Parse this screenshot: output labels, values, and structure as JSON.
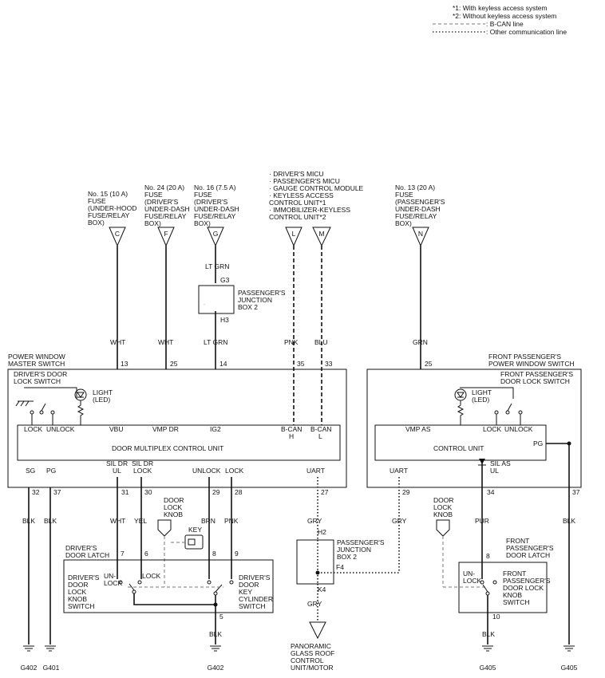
{
  "legend": {
    "note1": "*1: With keyless access system",
    "note2": "*2: Without keyless access system",
    "bcan": ": B-CAN line",
    "other": ": Other communication line"
  },
  "sources": {
    "c": {
      "l1": "No. 15 (10 A)",
      "l2": "FUSE",
      "l3": "(UNDER-HOOD",
      "l4": "FUSE/RELAY",
      "l5": "BOX)",
      "pin": "C"
    },
    "f": {
      "l1": "No. 24 (20 A)",
      "l2": "FUSE",
      "l3": "(DRIVER'S",
      "l4": "UNDER-DASH",
      "l5": "FUSE/RELAY",
      "l6": "BOX)",
      "pin": "F"
    },
    "g": {
      "l1": "No. 16 (7.5 A)",
      "l2": "FUSE",
      "l3": "(DRIVER'S",
      "l4": "UNDER-DASH",
      "l5": "FUSE/RELAY",
      "l6": "BOX)",
      "pin": "G"
    },
    "lm": {
      "l1": "· DRIVER'S MICU",
      "l2": "· PASSENGER'S MICU",
      "l3": "· GAUGE CONTROL MODULE",
      "l4": "· KEYLESS ACCESS",
      "l5": "  CONTROL UNIT*1",
      "l6": "· IMMOBILIZER-KEYLESS",
      "l7": "  CONTROL UNIT*2",
      "pinL": "L",
      "pinM": "M"
    },
    "n": {
      "l1": "No. 13 (20 A)",
      "l2": "FUSE",
      "l3": "(PASSENGER'S",
      "l4": "UNDER-DASH",
      "l5": "FUSE/RELAY",
      "l6": "BOX)",
      "pin": "N"
    }
  },
  "pjb_top": {
    "wire_in": "LT GRN",
    "pin_in": "G3",
    "l1": "PASSENGER'S",
    "l2": "JUNCTION",
    "l3": "BOX 2",
    "pin_out": "H3"
  },
  "wires_top": {
    "c": "WHT",
    "f": "WHT",
    "g": "LT GRN",
    "l": "PNK",
    "m": "BLU",
    "n": "GRN"
  },
  "pins_top": {
    "c": "13",
    "f": "25",
    "g": "14",
    "l": "35",
    "m": "33",
    "n": "25"
  },
  "master": {
    "title1": "POWER WINDOW",
    "title2": "MASTER SWITCH",
    "dls1": "DRIVER'S DOOR",
    "dls2": "LOCK SWITCH",
    "light1": "LIGHT",
    "light2": "(LED)",
    "lock": "LOCK",
    "unlock": "UNLOCK",
    "vbu": "VBU",
    "vmpdr": "VMP DR",
    "ig2": "IG2",
    "bcanh1": "B-CAN",
    "bcanh2": "H",
    "bcanl1": "B-CAN",
    "bcanl2": "L",
    "unit": "DOOR MULTIPLEX CONTROL UNIT",
    "sg": "SG",
    "pg": "PG",
    "sildrul1": "SIL DR",
    "sildrul2": "UL",
    "sildrlk1": "SIL DR",
    "sildrlk2": "LOCK",
    "unlock2": "UNLOCK",
    "lock2": "LOCK",
    "uart": "UART"
  },
  "pins_bot": {
    "sg": "32",
    "pg": "37",
    "ul": "31",
    "lk": "30",
    "unl": "29",
    "lck": "28",
    "uart": "27",
    "puart": "29",
    "psil": "34",
    "ppg": "37"
  },
  "wires_bot": {
    "sg": "BLK",
    "pg": "BLK",
    "ul": "WHT",
    "lk": "YEL",
    "unl": "BRN",
    "lck": "PNK",
    "uart": "GRY",
    "puart": "GRY",
    "psil": "PUR",
    "ppg": "BLK"
  },
  "knob": {
    "l1": "DOOR",
    "l2": "LOCK",
    "l3": "KNOB",
    "key": "KEY"
  },
  "latch": {
    "title1": "DRIVER'S",
    "title2": "DOOR LATCH",
    "p7": "7",
    "p6": "6",
    "p8": "8",
    "p9": "9",
    "p5": "5",
    "ks1": "DRIVER'S",
    "ks2": "DOOR",
    "ks3": "LOCK",
    "ks4": "KNOB",
    "ks5": "SWITCH",
    "un1": "UN-",
    "un2": "LOCK",
    "lock": "LOCK",
    "cs1": "DRIVER'S",
    "cs2": "DOOR",
    "cs3": "KEY",
    "cs4": "CYLINDER",
    "cs5": "SWITCH",
    "wire": "BLK"
  },
  "pjb_bot": {
    "pin_in": "H2",
    "l1": "PASSENGER'S",
    "l2": "JUNCTION",
    "l3": "BOX 2",
    "pin_f4": "F4",
    "pin_out": "K4",
    "wire_out": "GRY",
    "d1": "PANORAMIC",
    "d2": "GLASS ROOF",
    "d3": "CONTROL",
    "d4": "UNIT/MOTOR"
  },
  "pass": {
    "title1": "FRONT PASSENGER'S",
    "title2": "POWER WINDOW SWITCH",
    "dls1": "FRONT PASSENGER'S",
    "dls2": "DOOR LOCK SWITCH",
    "light1": "LIGHT",
    "light2": "(LED)",
    "vmpas": "VMP AS",
    "lock": "LOCK",
    "unlock": "UNLOCK",
    "unit": "CONTROL UNIT",
    "pg": "PG",
    "uart": "UART",
    "sil1": "SIL AS",
    "sil2": "UL"
  },
  "pknob": {
    "l1": "DOOR",
    "l2": "LOCK",
    "l3": "KNOB"
  },
  "platch": {
    "title1": "FRONT",
    "title2": "PASSENGER'S",
    "title3": "DOOR LATCH",
    "p8": "8",
    "p10": "10",
    "un1": "UN-",
    "un2": "LOCK",
    "ks1": "FRONT",
    "ks2": "PASSENGER'S",
    "ks3": "DOOR LOCK",
    "ks4": "KNOB",
    "ks5": "SWITCH",
    "wire": "BLK"
  },
  "grounds": {
    "g402a": "G402",
    "g401": "G401",
    "g402b": "G402",
    "g405a": "G405",
    "g405b": "G405"
  }
}
